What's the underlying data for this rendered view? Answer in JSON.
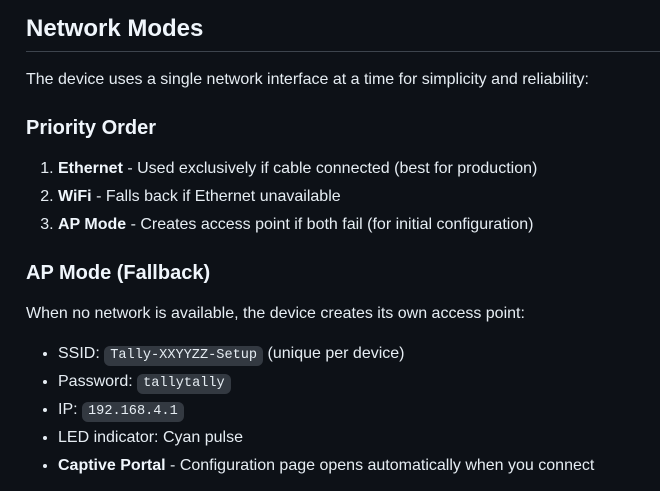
{
  "doc": {
    "title": "Network Modes",
    "intro": "The device uses a single network interface at a time for simplicity and reliability:",
    "priority": {
      "heading": "Priority Order",
      "items": [
        {
          "name": "Ethernet",
          "desc": " - Used exclusively if cable connected (best for production)"
        },
        {
          "name": "WiFi",
          "desc": " - Falls back if Ethernet unavailable"
        },
        {
          "name": "AP Mode",
          "desc": " - Creates access point if both fail (for initial configuration)"
        }
      ]
    },
    "ap_mode": {
      "heading": "AP Mode (Fallback)",
      "intro": "When no network is available, the device creates its own access point:",
      "details": [
        {
          "label": "SSID: ",
          "code": "Tally-XXYYZZ-Setup",
          "suffix": " (unique per device)"
        },
        {
          "label": "Password: ",
          "code": "tallytally",
          "suffix": ""
        },
        {
          "label": "IP: ",
          "code": "192.168.4.1",
          "suffix": ""
        },
        {
          "text": "LED indicator: Cyan pulse"
        },
        {
          "name": "Captive Portal",
          "desc": " - Configuration page opens automatically when you connect"
        }
      ]
    }
  },
  "colors": {
    "background": "#0d1117",
    "text": "#e6edf3",
    "heading_text": "#f0f6fc",
    "divider": "#3d444d",
    "code_background": "rgba(110,118,129,0.4)"
  }
}
